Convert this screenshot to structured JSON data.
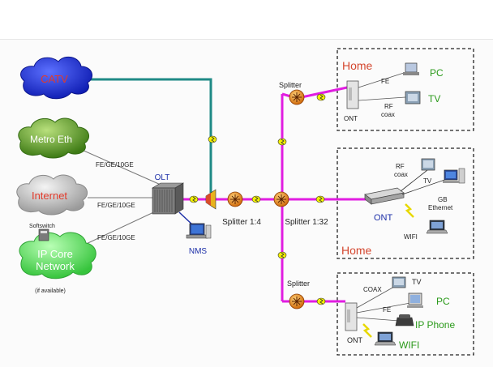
{
  "clouds": {
    "catv": {
      "label": "CATV",
      "fill": "#1a2fd6",
      "text_color": "#e23b2b"
    },
    "metro": {
      "label": "Metro Eth",
      "fill": "#5f9c2a",
      "text_color": "#ffffff"
    },
    "internet": {
      "label": "Internet",
      "fill": "#c9c9c9",
      "text_color": "#e23b2b"
    },
    "ipcore": {
      "label_line1": "IP Core",
      "label_line2": "Network",
      "fill": "#66e36a",
      "text_color": "#ffffff"
    }
  },
  "labels": {
    "softswitch": "Softswitch",
    "if_available": "(if available)",
    "link_metro": "FE/GE/10GE",
    "link_internet": "FE/GE/10GE",
    "link_ipcore": "FE/GE/10GE",
    "olt": "OLT",
    "nms": "NMS",
    "splitter_1_4": "Splitter 1:4",
    "splitter_1_32": "Splitter 1:32",
    "splitter_top": "Splitter",
    "splitter_bottom": "Splitter"
  },
  "home_top": {
    "title": "Home",
    "ont": "ONT",
    "fe": "FE",
    "rf": "RF",
    "coax": "coax",
    "pc": "PC",
    "tv": "TV"
  },
  "home_mid": {
    "title": "Home",
    "rf": "RF",
    "coax": "coax",
    "tv": "TV",
    "gb": "GB",
    "ethernet": "Ethernet",
    "ont": "ONT",
    "wifi": "WIFI"
  },
  "home_bottom": {
    "coax": "COAX",
    "tv": "TV",
    "fe": "FE",
    "pc": "PC",
    "ip_phone": "IP Phone",
    "ont": "ONT",
    "wifi": "WIFI"
  },
  "colors": {
    "fiber": "#e11de1",
    "catv_link": "#1f8a86",
    "copper": "#777777",
    "home_title": "#d4472f",
    "green_text": "#2b9a1b",
    "blue_text": "#1c2fa8"
  }
}
